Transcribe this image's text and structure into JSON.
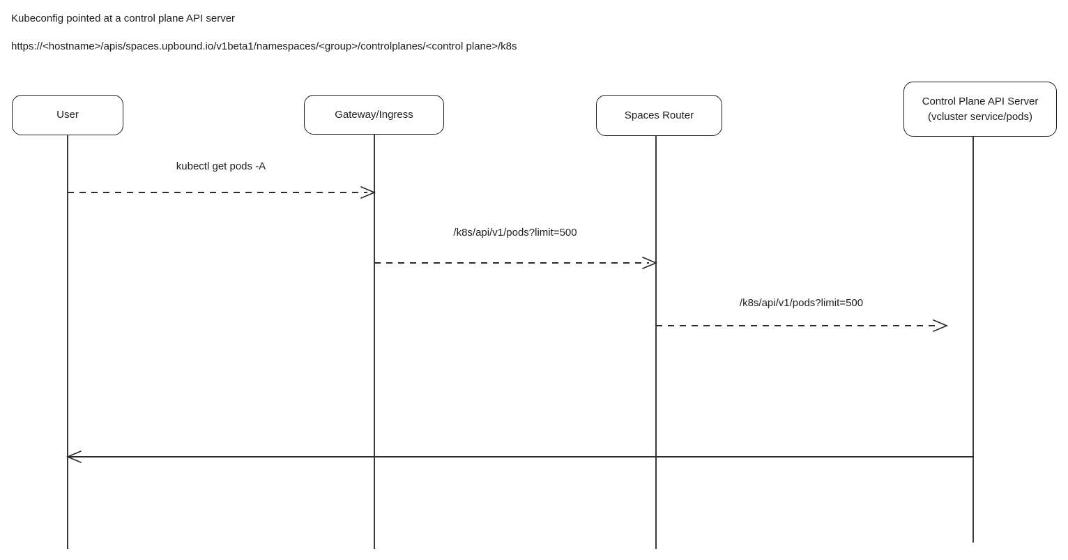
{
  "header": {
    "title": "Kubeconfig pointed at a control plane API server",
    "url": "https://<hostname>/apis/spaces.upbound.io/v1beta1/namespaces/<group>/controlplanes/<control plane>/k8s"
  },
  "actors": [
    {
      "id": "user",
      "label": "User"
    },
    {
      "id": "gateway-ingress",
      "label": "Gateway/Ingress"
    },
    {
      "id": "spaces-router",
      "label": "Spaces Router"
    },
    {
      "id": "control-plane-api-server",
      "label": "Control Plane API Server",
      "sublabel": "(vcluster service/pods)"
    }
  ],
  "messages": [
    {
      "from": "user",
      "to": "gateway-ingress",
      "label": "kubectl get pods -A",
      "style": "dashed"
    },
    {
      "from": "gateway-ingress",
      "to": "spaces-router",
      "label": "/k8s/api/v1/pods?limit=500",
      "style": "dashed"
    },
    {
      "from": "spaces-router",
      "to": "control-plane-api-server",
      "label": "/k8s/api/v1/pods?limit=500",
      "style": "dashed"
    },
    {
      "from": "control-plane-api-server",
      "to": "user",
      "label": "",
      "style": "solid"
    }
  ],
  "colors": {
    "stroke": "#1e1e1e",
    "line": "#2a2a2a",
    "background": "#ffffff"
  }
}
